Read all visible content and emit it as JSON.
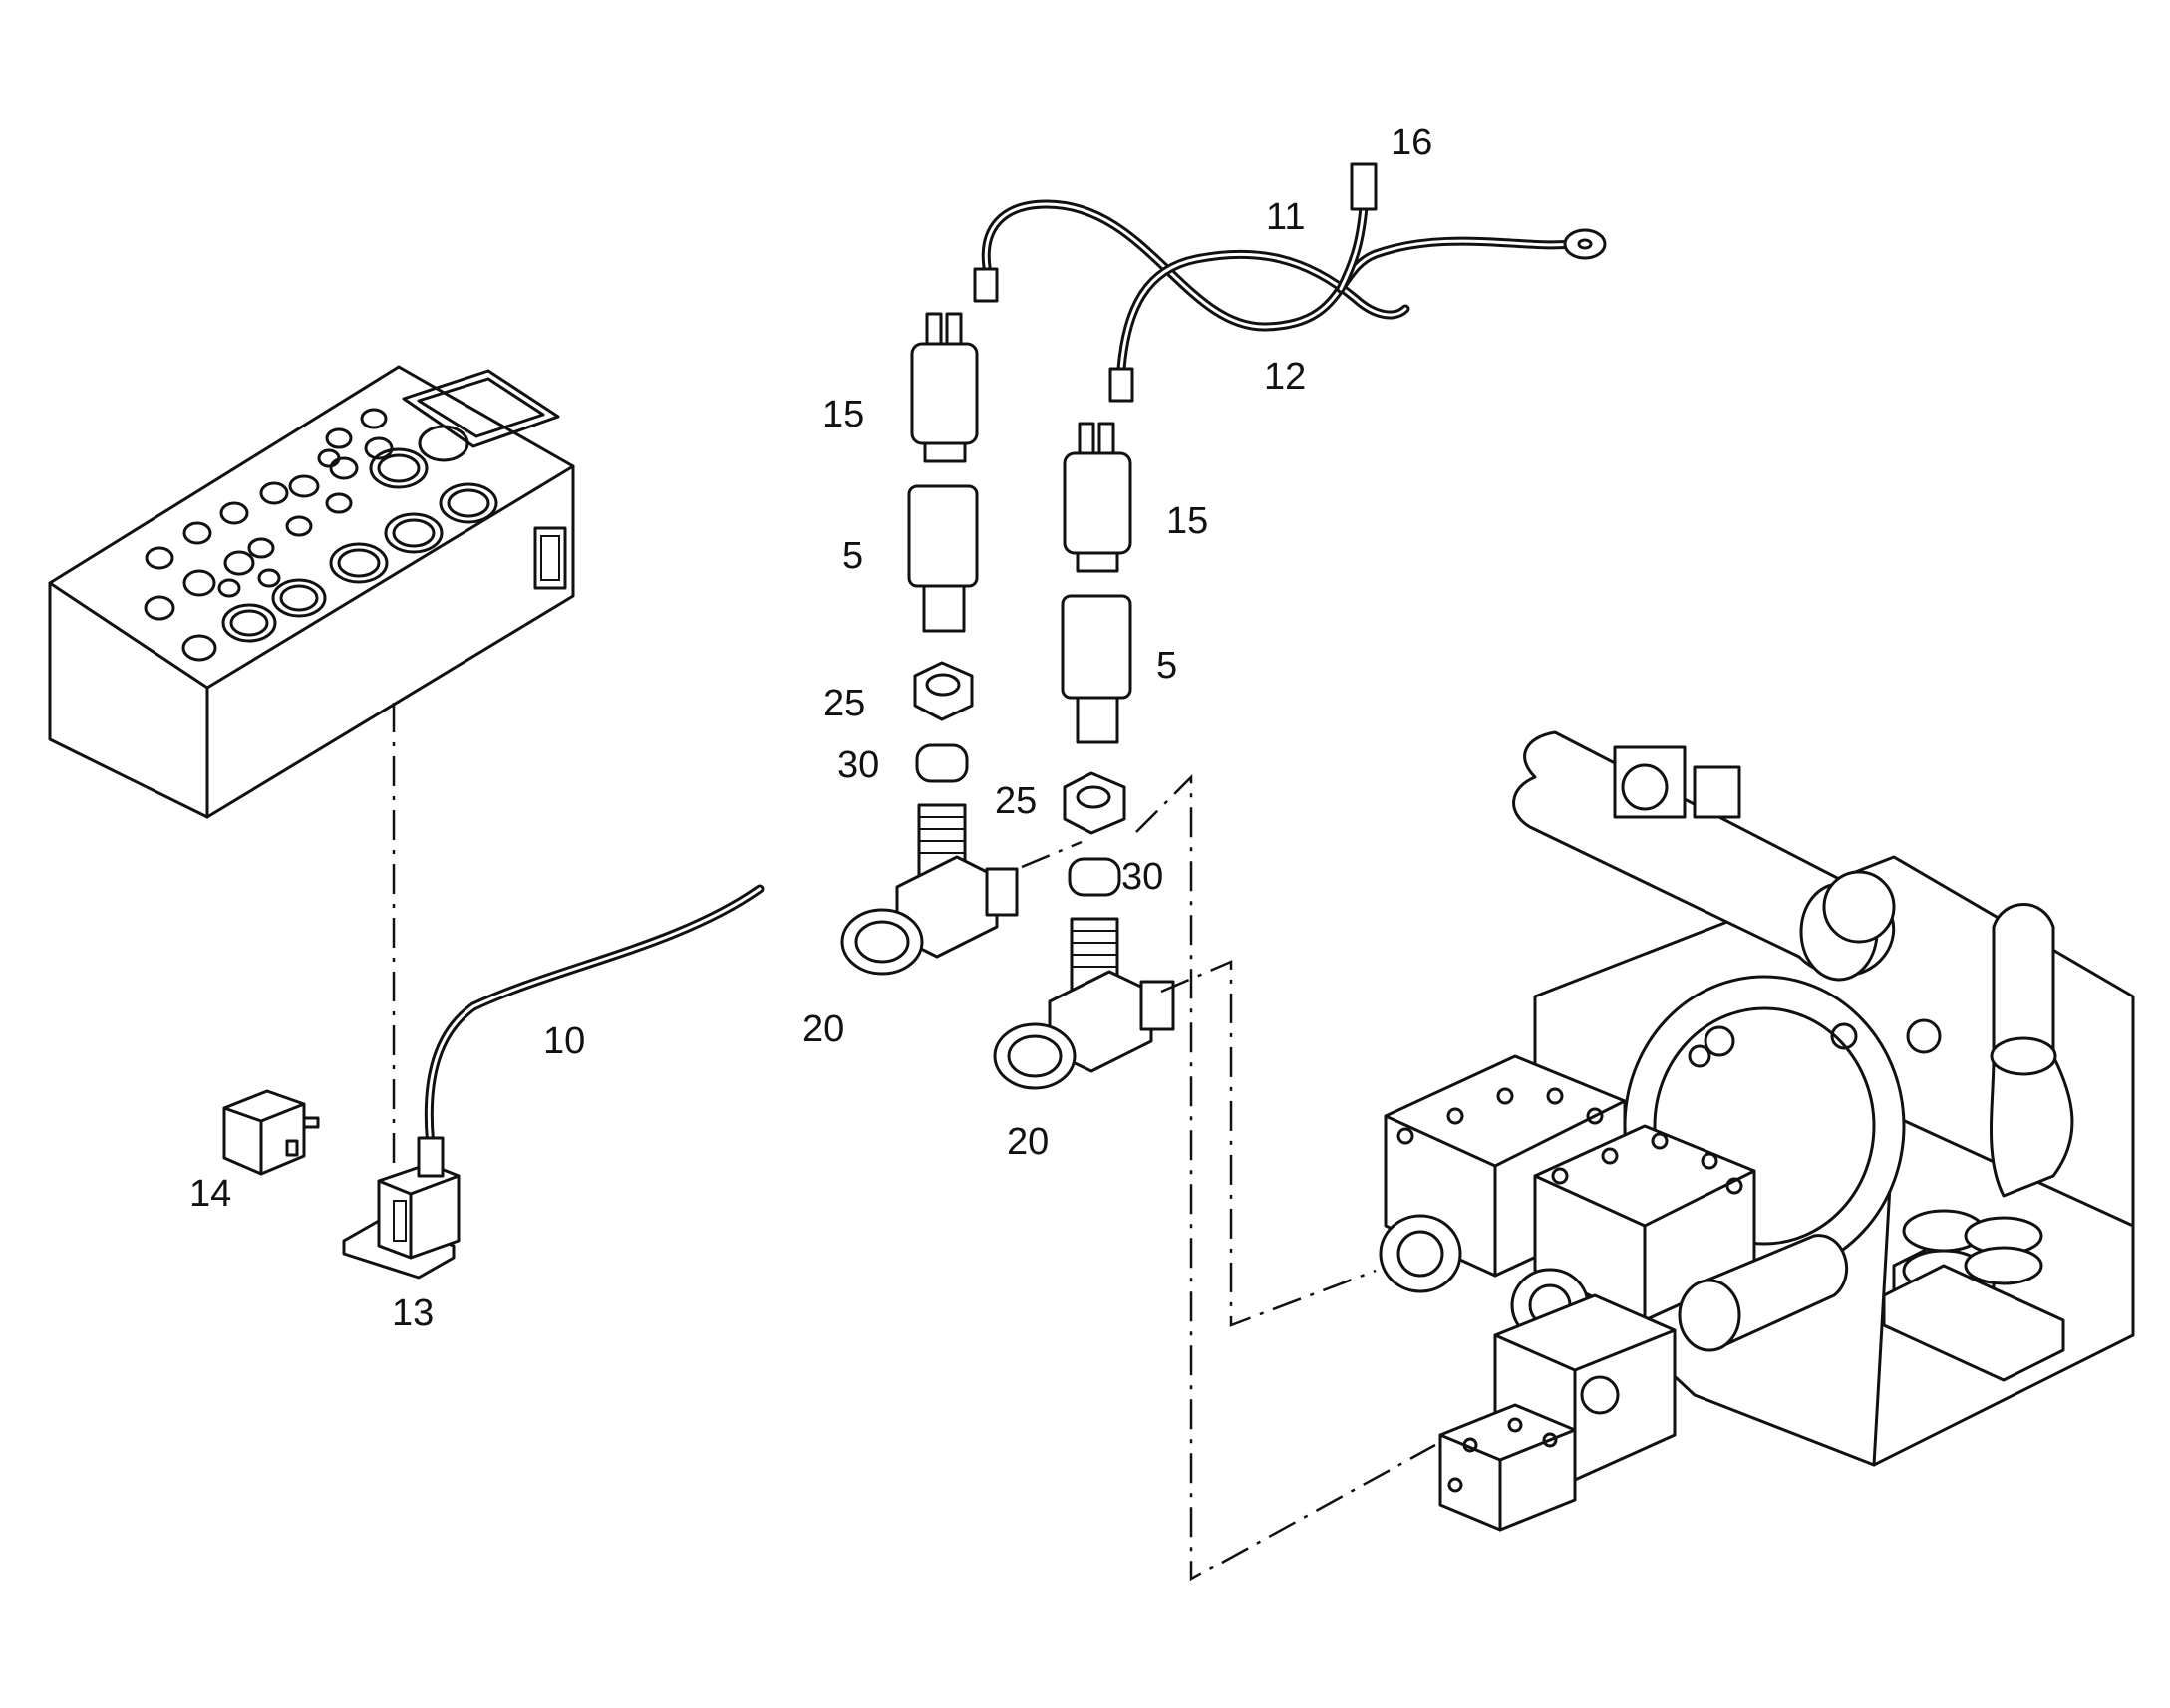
{
  "diagram": {
    "callouts": {
      "p16": "16",
      "p11": "11",
      "p12": "12",
      "p15a": "15",
      "p15b": "15",
      "p5a": "5",
      "p5b": "5",
      "p25a": "25",
      "p25b": "25",
      "p30a": "30",
      "p30b": "30",
      "p20a": "20",
      "p20b": "20",
      "p10": "10",
      "p14": "14",
      "p13": "13"
    }
  }
}
